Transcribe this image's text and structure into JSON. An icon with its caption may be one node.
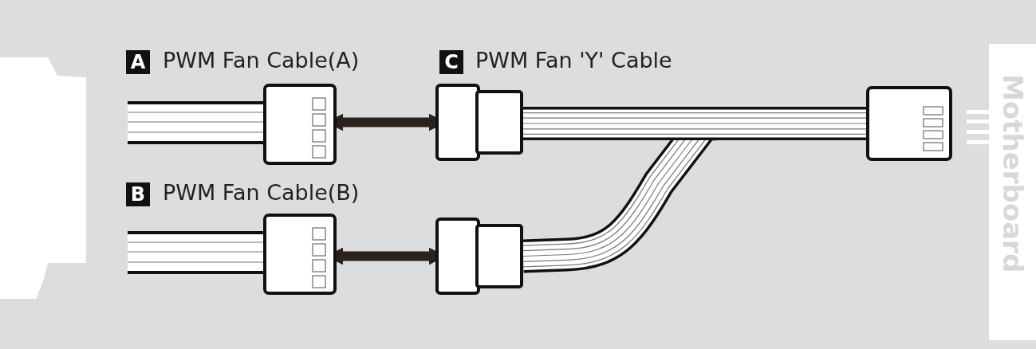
{
  "diagram": {
    "nodes": [
      {
        "text": [],
        "shape": "cable"
      },
      {
        "text": [],
        "shape": "cable"
      },
      {
        "text": [],
        "shape": "box"
      },
      {
        "text": [],
        "shape": "box"
      },
      {
        "text": [],
        "shape": "box"
      },
      {
        "text": [
          "Motherboard"
        ]
      }
    ],
    "edges": [
      {
        "from": 0,
        "to": 3,
        "arrow": "both"
      },
      {
        "from": 1,
        "to": 4,
        "arrow": "both"
      },
      {
        "from": 3,
        "to": 2,
        "arrow": "none",
        "style": "thick"
      },
      {
        "from": 4,
        "to": 2,
        "arrow": "none",
        "style": "thick"
      }
    ],
    "labels": [
      "A",
      "PWM Fan Cable(A)",
      "B",
      "PWM Fan Cable(B)",
      "C",
      "PWM Fan 'Y' Cable"
    ]
  }
}
